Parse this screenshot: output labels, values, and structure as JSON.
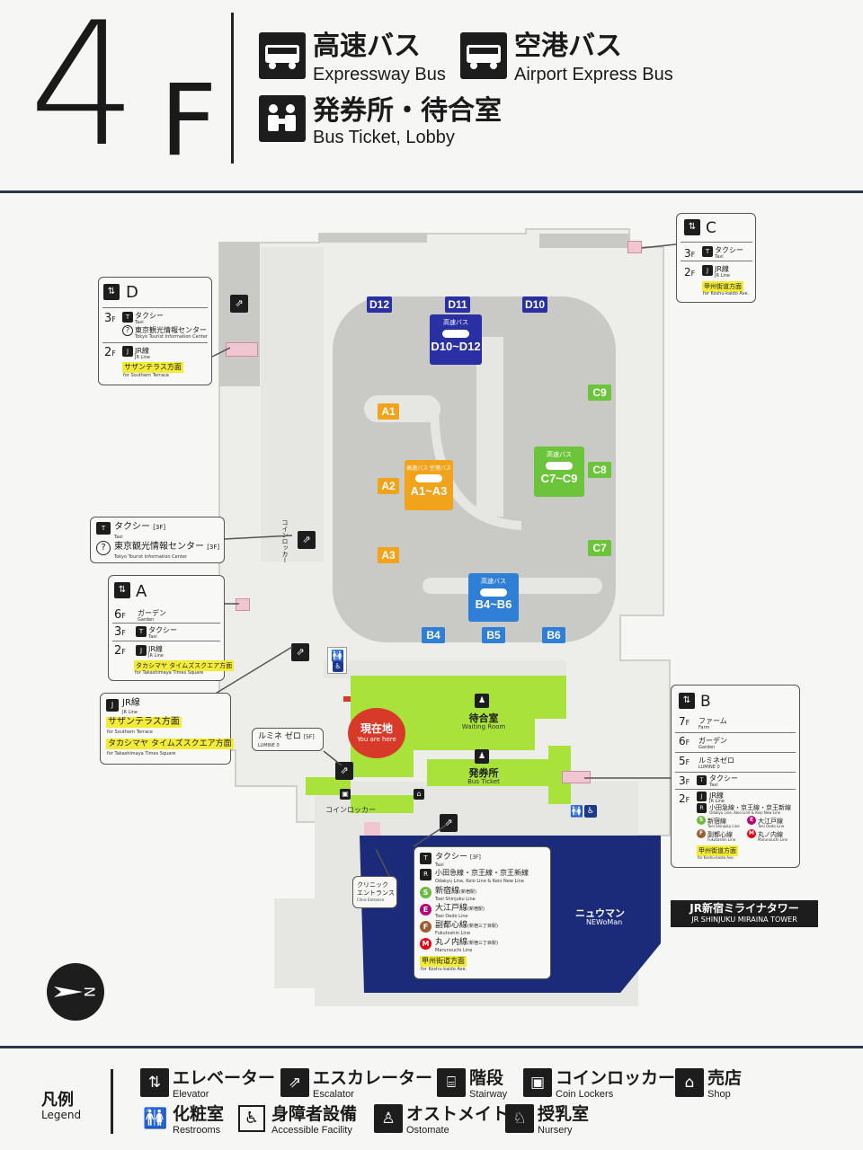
{
  "header": {
    "floor_number": "4",
    "floor_suffix": "F",
    "expressway_bus_jp": "高速バス",
    "expressway_bus_en": "Expressway Bus",
    "airport_bus_jp": "空港バス",
    "airport_bus_en": "Airport Express Bus",
    "ticket_jp": "発券所・待合室",
    "ticket_en": "Bus Ticket, Lobby"
  },
  "bays": {
    "d12": "D12",
    "d11": "D11",
    "d10": "D10",
    "a1": "A1",
    "a2": "A2",
    "a3": "A3",
    "c9": "C9",
    "c8": "C8",
    "c7": "C7",
    "b4": "B4",
    "b5": "B5",
    "b6": "B6"
  },
  "bay_signs": {
    "d_range": "D10~D12",
    "d_small": "高速バス",
    "a_range": "A1~A3",
    "a_small": "高速バス  空港バス",
    "c_range": "C7~C9",
    "c_small": "高速バス",
    "b_range": "B4~B6",
    "b_small": "高速バス"
  },
  "zones": {
    "waiting_jp": "待合室",
    "waiting_en": "Waiting Room",
    "ticket_jp": "発券所",
    "ticket_en": "Bus Ticket",
    "here_jp": "現在地",
    "here_en": "You are here",
    "coin_locker_left": "コインロッカー",
    "coin_locker_bottom": "コインロッカー",
    "newoman_jp": "ニュウマン",
    "newoman_en": "NEWoMan",
    "tower_jp": "JR新宿ミライナタワー",
    "tower_en": "JR SHINJUKU MIRAINA TOWER"
  },
  "elevator_d": {
    "letter": "D",
    "f3": "3",
    "f2": "2",
    "fl": "F",
    "taxi_jp": "タクシー",
    "taxi_en": "Taxi",
    "info_jp": "東京観光情報センター",
    "info_en": "Tokyo Tourist Information Center",
    "jr_jp": "JR線",
    "jr_en": "JR Line",
    "dest": "サザンテラス方面",
    "dest_en": "for Southern Terrace"
  },
  "elevator_c": {
    "letter": "C",
    "f3": "3",
    "f2": "2",
    "fl": "F",
    "taxi_jp": "タクシー",
    "taxi_en": "Taxi",
    "jr_jp": "JR線",
    "jr_en": "JR Line",
    "dest": "甲州街道方面",
    "dest_en": "for Koshu-kaido Ave."
  },
  "taxi_info_callout": {
    "taxi_jp": "タクシー",
    "taxi_fl": "[3F]",
    "taxi_en": "Taxi",
    "info_jp": "東京観光情報センター",
    "info_fl": "[3F]",
    "info_en": "Tokyo Tourist Information Center"
  },
  "elevator_a": {
    "letter": "A",
    "f6": "6",
    "f3": "3",
    "f2": "2",
    "fl": "F",
    "garden_jp": "ガーデン",
    "garden_en": "Garden",
    "taxi_jp": "タクシー",
    "taxi_en": "Taxi",
    "jr_jp": "JR線",
    "jr_en": "JR Line",
    "dest": "タカシマヤ タイムズスクエア方面",
    "dest_en": "for Takashimaya Times Square"
  },
  "jr_callout": {
    "jr_jp": "JR線",
    "jr_en": "JR Line",
    "dest1": "サザンテラス方面",
    "dest1_en": "for Southern Terrace",
    "dest2": "タカシマヤ タイムズスクエア方面",
    "dest2_en": "for Takashimaya Times Square"
  },
  "lumine_callout": {
    "jp": "ルミネ ゼロ",
    "fl": "[5F]",
    "en": "LUMINE 0"
  },
  "elevator_b": {
    "letter": "B",
    "f7": "7",
    "f6": "6",
    "f5": "5",
    "f3": "3",
    "f2": "2",
    "fl": "F",
    "farm_jp": "ファーム",
    "farm_en": "Farm",
    "garden_jp": "ガーデン",
    "garden_en": "Garden",
    "lumine_jp": "ルミネゼロ",
    "lumine_en": "LUMINE 0",
    "taxi_jp": "タクシー",
    "taxi_en": "Taxi",
    "jr_jp": "JR線",
    "jr_en": "JR Line",
    "odakyu": "小田急線・京王線・京王新線",
    "odakyu_en": "Odakyu Line, Keio Line & Keio New Line",
    "shinjuku_line": "新宿線",
    "shinjuku_line_en": "Toei Shinjuku Line",
    "oedo_line": "大江戸線",
    "oedo_line_en": "Toei Oedo Line",
    "fukutoshin": "副都心線",
    "fukutoshin_en": "Fukutoshin Line",
    "marunouchi": "丸ノ内線",
    "marunouchi_en": "Marunouchi Line",
    "dest": "甲州街道方面",
    "dest_en": "for Koshu-kaido Ave."
  },
  "clinic_callout": {
    "jp1": "クリニック",
    "jp2": "エントランス",
    "en": "Clinic Entrance"
  },
  "transit_callout": {
    "taxi_jp": "タクシー",
    "taxi_fl": "[3F]",
    "taxi_en": "Taxi",
    "odakyu": "小田急線・京王線・京王新線",
    "odakyu_en": "Odakyu Line, Keio Line & Keio New Line",
    "shinjuku_line": "新宿線",
    "shinjuku_sta": "(新宿駅)",
    "shinjuku_en": "Toei Shinjuku Line",
    "oedo_line": "大江戸線",
    "oedo_sta": "(新宿駅)",
    "oedo_en": "Toei Oedo Line",
    "fukutoshin": "副都心線",
    "fukutoshin_sta": "(新宿三丁目駅)",
    "fukutoshin_en": "Fukutoshin Line",
    "marunouchi": "丸ノ内線",
    "marunouchi_sta": "(新宿三丁目駅)",
    "marunouchi_en": "Marunouchi Line",
    "dest": "甲州街道方面",
    "dest_en": "for Koshu-kaido Ave."
  },
  "legend": {
    "title_jp": "凡例",
    "title_en": "Legend",
    "items": [
      {
        "jp": "エレベーター",
        "en": "Elevator",
        "icon": "elevator-icon"
      },
      {
        "jp": "エスカレーター",
        "en": "Escalator",
        "icon": "escalator-icon"
      },
      {
        "jp": "階段",
        "en": "Stairway",
        "icon": "stairway-icon"
      },
      {
        "jp": "コインロッカー",
        "en": "Coin Lockers",
        "icon": "coin-locker-icon"
      },
      {
        "jp": "売店",
        "en": "Shop",
        "icon": "shop-icon"
      },
      {
        "jp": "化粧室",
        "en": "Restrooms",
        "icon": "restroom-icon"
      },
      {
        "jp": "身障者設備",
        "en": "Accessible Facility",
        "icon": "accessible-icon"
      },
      {
        "jp": "オストメイト",
        "en": "Ostomate",
        "icon": "ostomate-icon"
      },
      {
        "jp": "授乳室",
        "en": "Nursery",
        "icon": "nursery-icon"
      }
    ]
  },
  "colors": {
    "bay_d": "#2a2fa3",
    "bay_a": "#f1a31c",
    "bay_c": "#6cc43a",
    "bay_b": "#2f7fd6",
    "waiting_area": "#a9e23b",
    "newoman": "#1c2a7a",
    "here_marker": "#d83a2a",
    "highlight": "#f3ec37"
  }
}
